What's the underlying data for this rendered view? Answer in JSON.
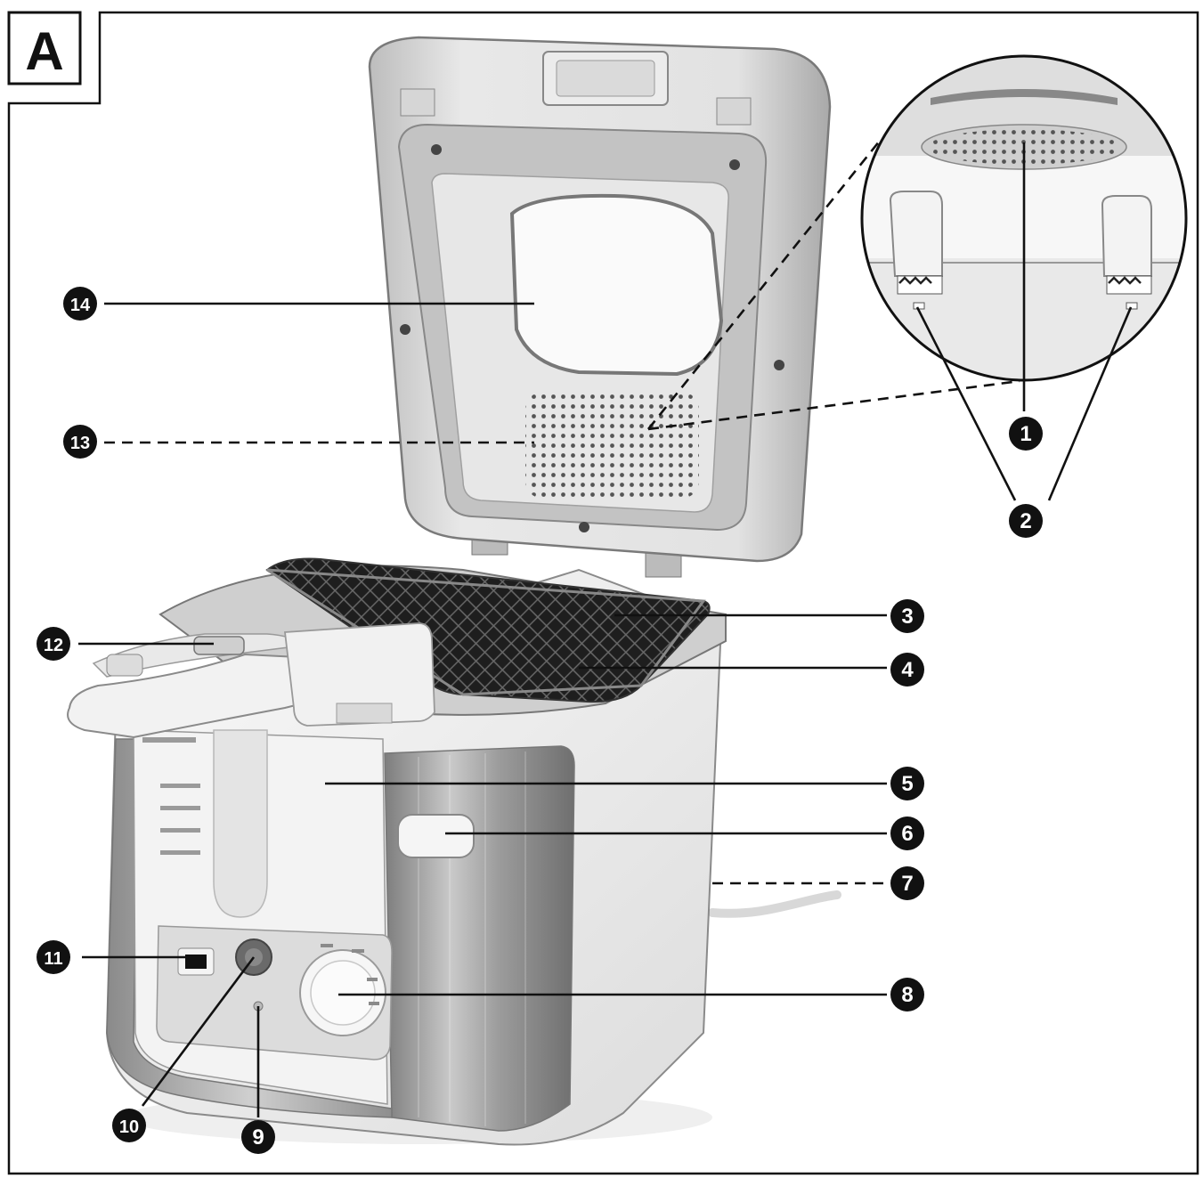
{
  "figure": {
    "badge": "A"
  },
  "callouts": [
    {
      "label": "1",
      "part": "lid-filter-grille"
    },
    {
      "label": "2",
      "part": "lid-catches"
    },
    {
      "label": "3",
      "part": "frying-basket"
    },
    {
      "label": "4",
      "part": "oil-container"
    },
    {
      "label": "5",
      "part": "housing"
    },
    {
      "label": "6",
      "part": "lid-release-button"
    },
    {
      "label": "7",
      "part": "power-cable"
    },
    {
      "label": "8",
      "part": "temperature-controller"
    },
    {
      "label": "9",
      "part": "control-lamp"
    },
    {
      "label": "10",
      "part": "on-off-switch"
    },
    {
      "label": "11",
      "part": "timer-display"
    },
    {
      "label": "12",
      "part": "basket-handle-button"
    },
    {
      "label": "13",
      "part": "lid-vent"
    },
    {
      "label": "14",
      "part": "viewing-window"
    }
  ],
  "colors": {
    "line": "#111111",
    "steel": "#9a9a9a",
    "white_plastic": "#f2f2f2",
    "dark_mesh": "#2a2a2a"
  }
}
